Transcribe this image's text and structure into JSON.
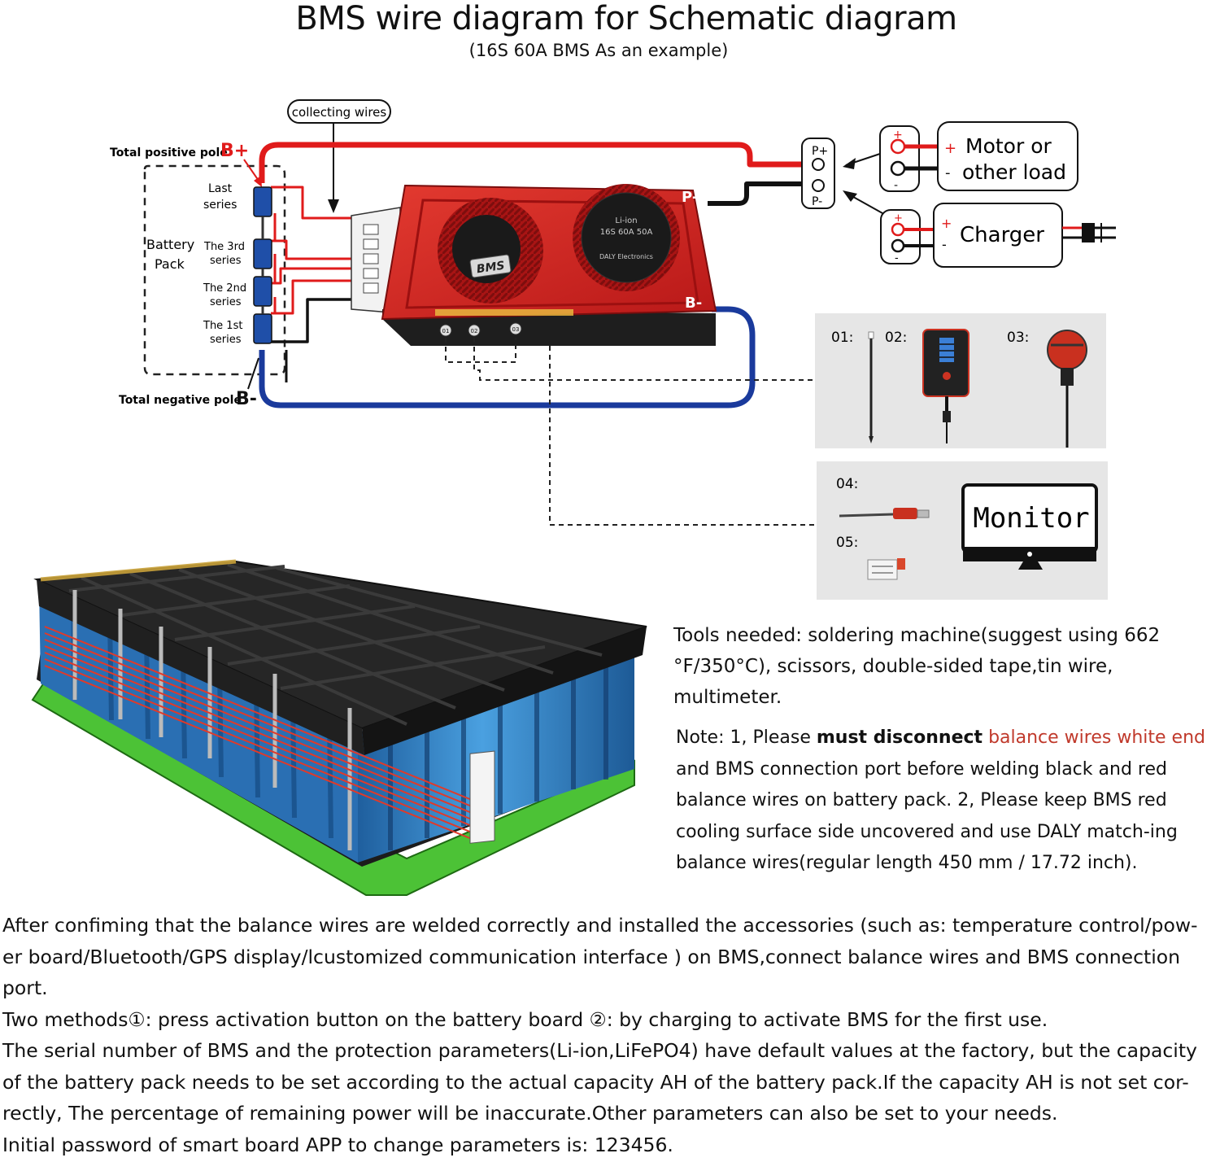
{
  "title": "BMS wire diagram for Schematic diagram",
  "subtitle": "(16S 60A BMS As an example)",
  "labels": {
    "collecting_wires": "collecting wires",
    "total_positive_pole": "Total positive pole",
    "b_plus": "B+",
    "total_negative_pole": "Total negative pole",
    "b_minus": "B-",
    "last_series": [
      "Last",
      "series"
    ],
    "battery_pack": [
      "Battery",
      "Pack"
    ],
    "third_series": [
      "The 3rd",
      "series"
    ],
    "second_series": [
      "The 2nd",
      "series"
    ],
    "first_series": [
      "The 1st",
      "series"
    ],
    "p_plus": "P+",
    "p_minus": "P-",
    "p_minus_board": "P-",
    "b_minus_board": "B-",
    "motor_load": [
      "Motor or",
      "other load"
    ],
    "charger": "Charger",
    "plus_sign": "+",
    "minus_sign": "-",
    "board_label": "BMS",
    "board_model": [
      "Li-ion",
      "16S 60A 50A",
      "DALY Electronics"
    ],
    "port_01": "01",
    "port_02": "02",
    "port_03": "03",
    "acc_01": "01:",
    "acc_02": "02:",
    "acc_03": "03:",
    "acc_04": "04:",
    "acc_05": "05:",
    "monitor": "Monitor"
  },
  "tools_text": "Tools needed: soldering machine(suggest using 662 °F/350°C), scissors, double-sided tape,tin wire, multimeter.",
  "note": {
    "prefix": "Note: 1, Please ",
    "bold": "must disconnect",
    "space": " ",
    "red": "balance wires white end",
    "rest": " and BMS connection port before welding black and red balance wires on battery pack. 2, Please keep BMS red cooling surface side uncovered and use DALY match-ing balance wires(regular length 450 mm / 17.72 inch)."
  },
  "paragraphs": [
    "After confiming that the balance wires are welded correctly and installed the accessories (such as: temperature control/pow-er board/Bluetooth/GPS display/lcustomized communication interface ) on BMS,connect balance wires and BMS connection port.",
    "Two methods①: press activation button on the battery board ②: by charging to activate BMS for the first use.",
    "The serial number of BMS and the protection parameters(Li-ion,LiFePO4) have default values at the factory, but the capacity of the battery pack needs to be set according to the actual capacity AH of the battery pack.If the capacity AH is not set cor-rectly, The percentage of remaining power will be inaccurate.Other parameters can also be set to your needs.",
    "Initial password of smart board APP to change parameters is: 123456."
  ],
  "colors": {
    "red_wire": "#e01b1b",
    "black_wire": "#111111",
    "blue_wire": "#1a3a9c",
    "bms_red": "#d42424",
    "cell_blue": "#2f7fc4",
    "holder_black": "#1c1c1c",
    "base_green": "#4cc236",
    "note_red": "#c0392b",
    "acc_bg": "#e6e6e6"
  }
}
